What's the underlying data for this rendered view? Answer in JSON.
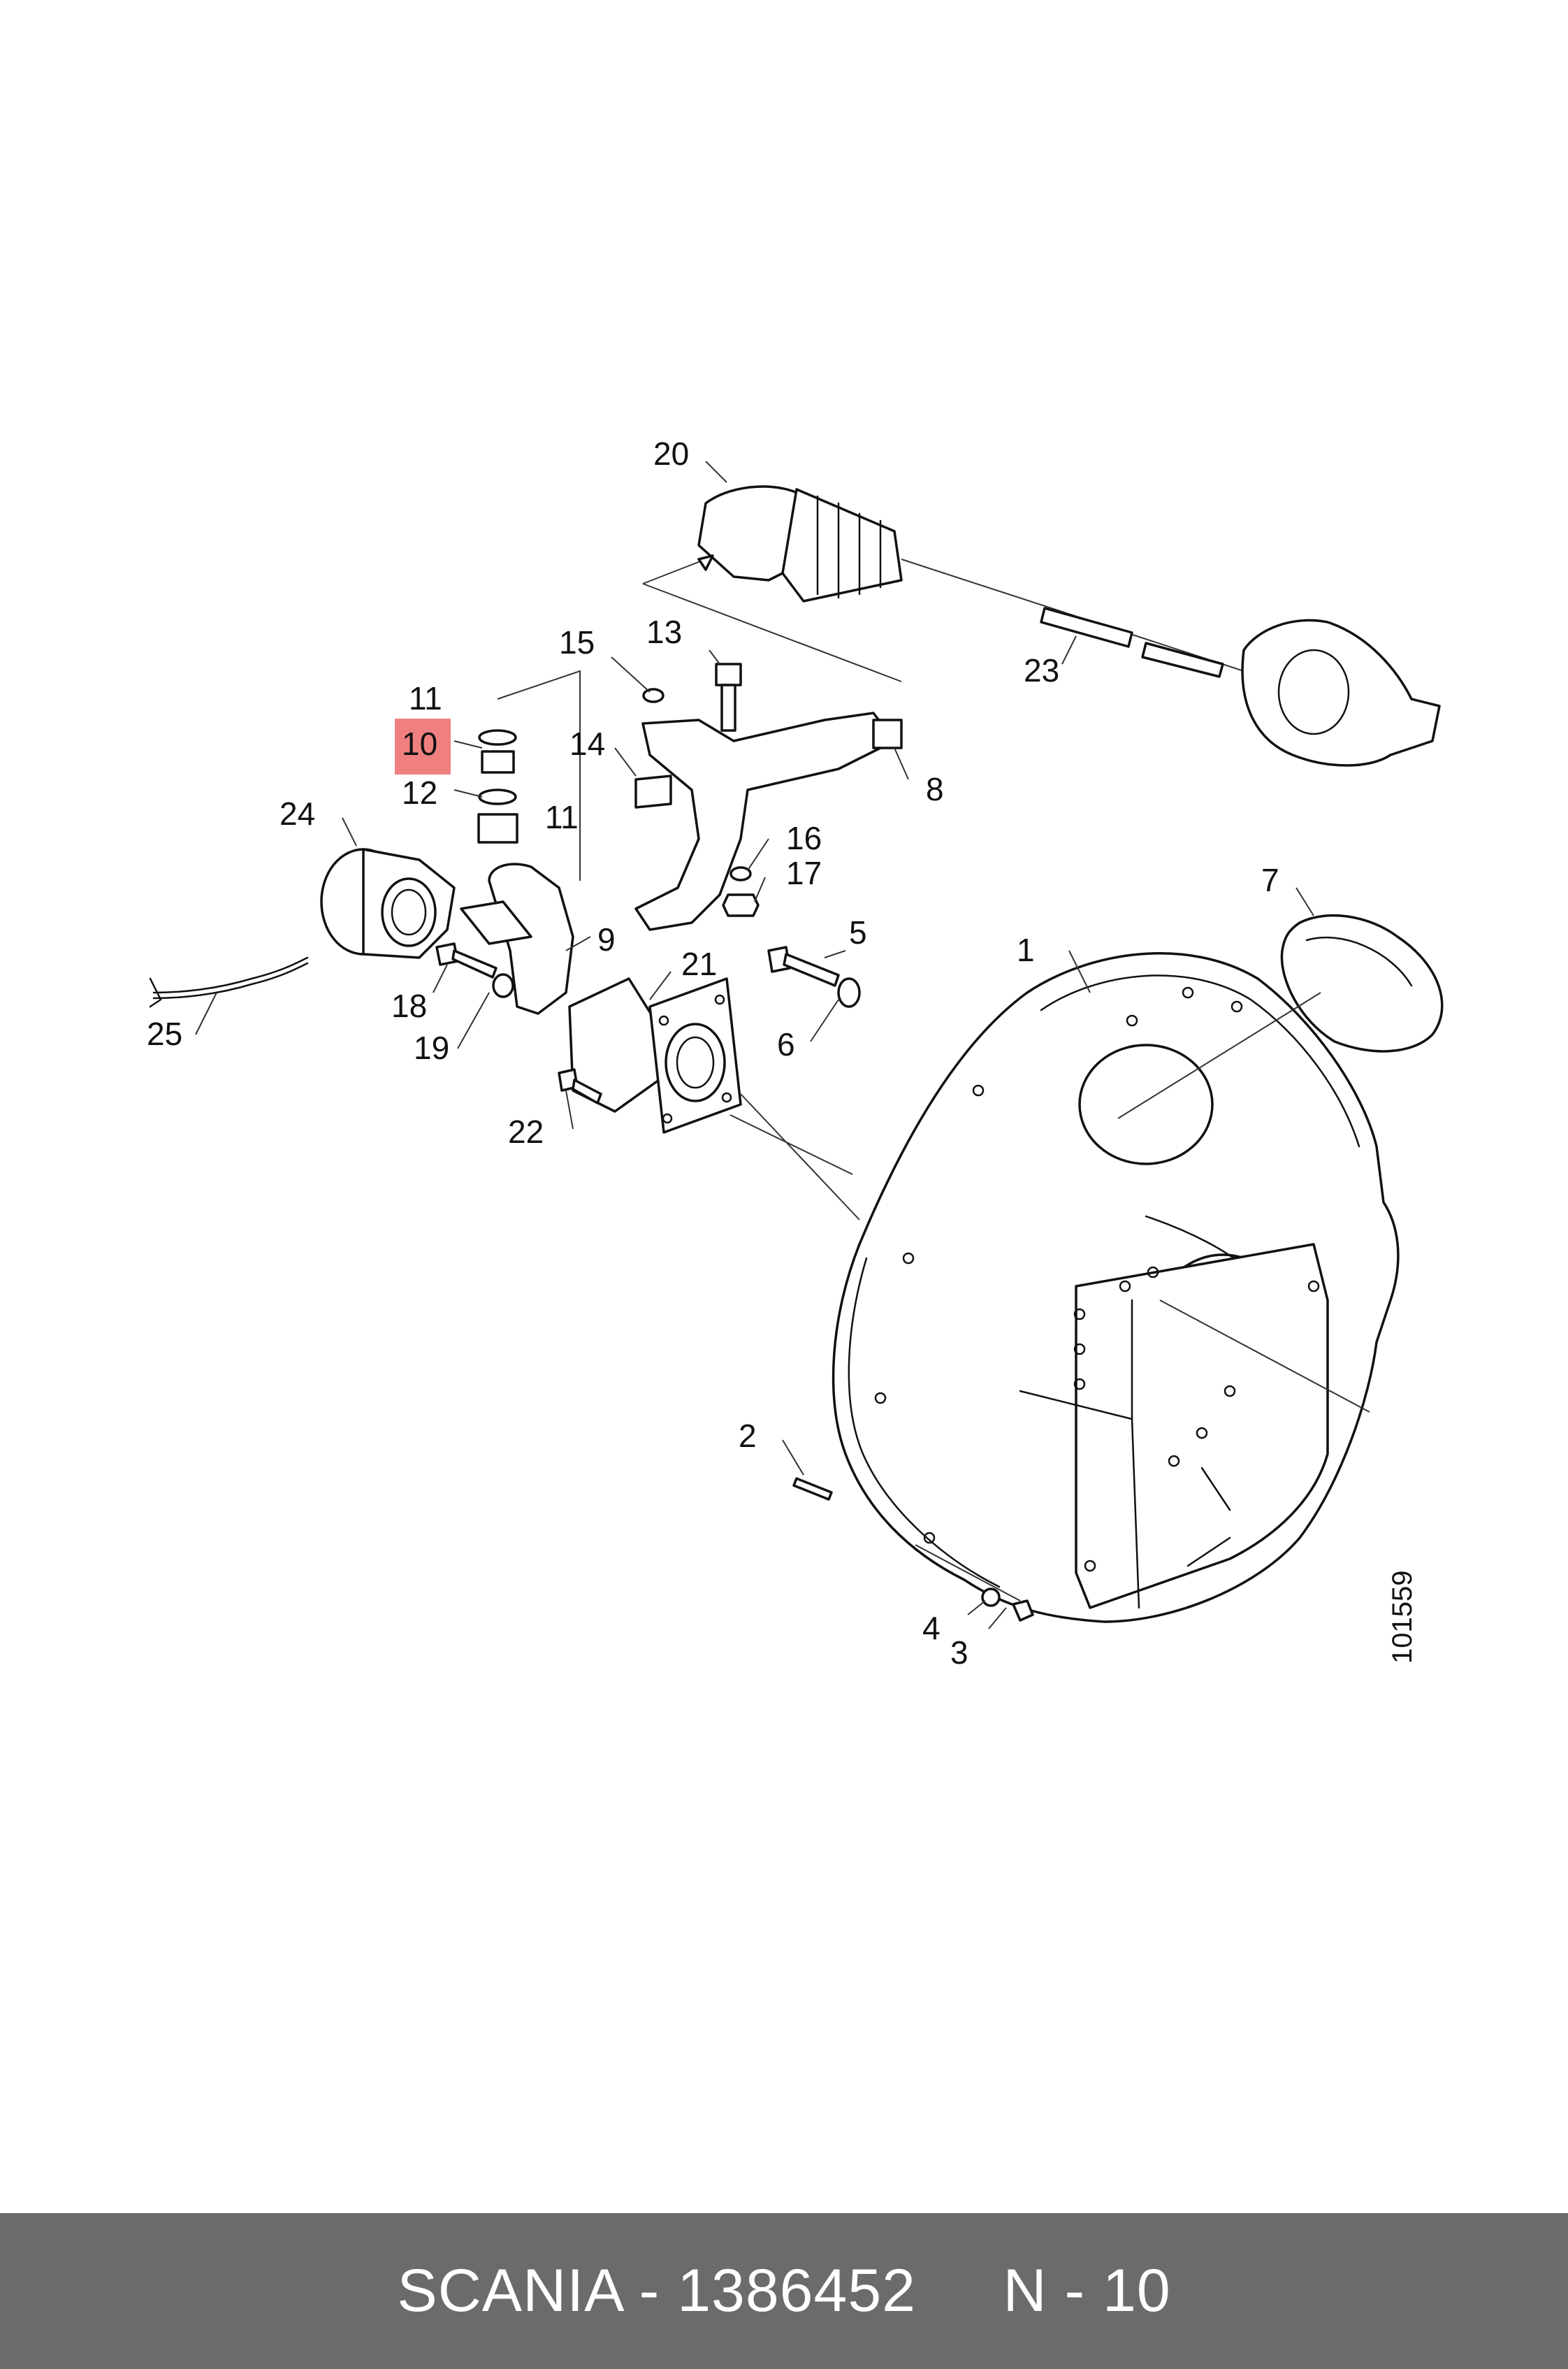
{
  "labels": {
    "p1": "1",
    "p2": "2",
    "p3": "3",
    "p4": "4",
    "p5": "5",
    "p6": "6",
    "p7": "7",
    "p8": "8",
    "p9": "9",
    "p10": "10",
    "p11a": "11",
    "p11b": "11",
    "p12": "12",
    "p13": "13",
    "p14": "14",
    "p15": "15",
    "p16": "16",
    "p17": "17",
    "p18": "18",
    "p19": "19",
    "p20": "20",
    "p21": "21",
    "p22": "22",
    "p23": "23",
    "p24": "24",
    "p25": "25"
  },
  "highlighted_label": "10",
  "highlight_color": "#f08080",
  "drawing_number": "101559",
  "footer": {
    "brand": "SCANIA",
    "part_number": "1386452",
    "position": "N - 10",
    "text": "SCANIA - 1386452     N - 10",
    "background": "#6b6b6b"
  }
}
